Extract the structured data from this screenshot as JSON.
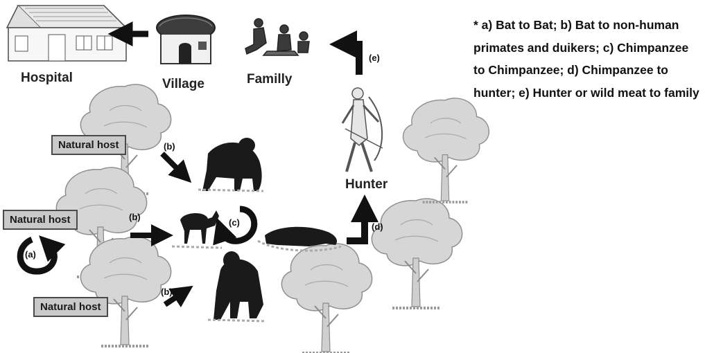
{
  "labels": {
    "hospital": "Hospital",
    "village": "Village",
    "family": "Familly",
    "hunter": "Hunter"
  },
  "natural_host": {
    "top": "Natural host",
    "middle": "Natural host",
    "bottom": "Natural host"
  },
  "transmission_tags": {
    "a": "(a)",
    "b_top": "(b)",
    "b_middle": "(b)",
    "b_bottom": "(b)",
    "c": "(c)",
    "d": "(d)",
    "e": "(e)"
  },
  "legend_note": "* a) Bat to Bat; b) Bat to non-human primates and duikers; c) Chimpanzee to Chimpanzee; d) Chimpanzee to hunter; e) Hunter or wild meat to family",
  "icons": [
    "hospital-icon",
    "village-hut-icon",
    "family-icon",
    "hunter-icon",
    "tree-icon",
    "chimpanzee-icon",
    "duiker-icon",
    "dead-chimpanzee-icon",
    "gorilla-icon"
  ]
}
